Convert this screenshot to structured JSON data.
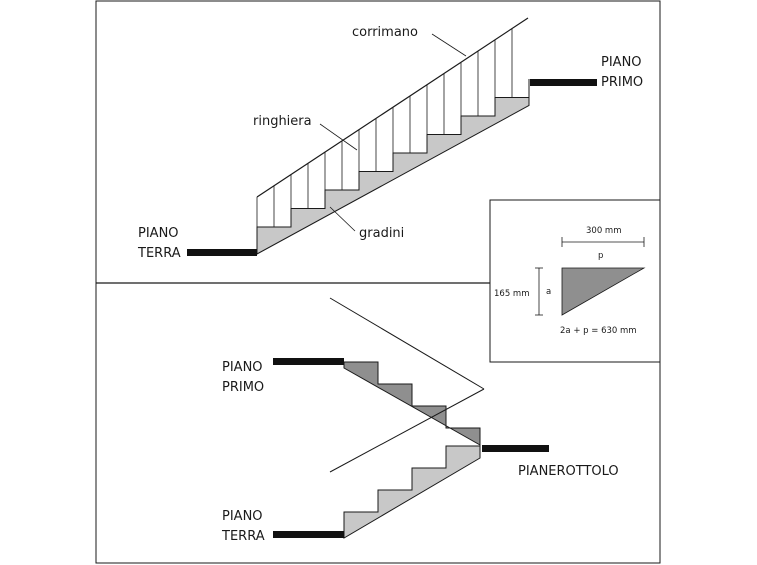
{
  "labels": {
    "corrimano": "corrimano",
    "ringhiera": "ringhiera",
    "gradini": "gradini",
    "piano_primo_top": [
      "PIANO",
      "PRIMO"
    ],
    "piano_terra_top": [
      "PIANO",
      "TERRA"
    ],
    "piano_primo_bottom": [
      "PIANO",
      "PRIMO"
    ],
    "piano_terra_bottom": [
      "PIANO",
      "TERRA"
    ],
    "pianerottolo": "PIANEROTTOLO"
  },
  "inset": {
    "tread_dim": "300 mm",
    "tread_symbol": "p",
    "riser_dim": "165 mm",
    "riser_symbol": "a",
    "formula": "2a + p = 630 mm"
  },
  "colors": {
    "stroke": "#1a1a1a",
    "step_fill_light": "#c8c8c8",
    "step_fill_dark": "#8f8f8f",
    "floor_slab": "#111111"
  }
}
